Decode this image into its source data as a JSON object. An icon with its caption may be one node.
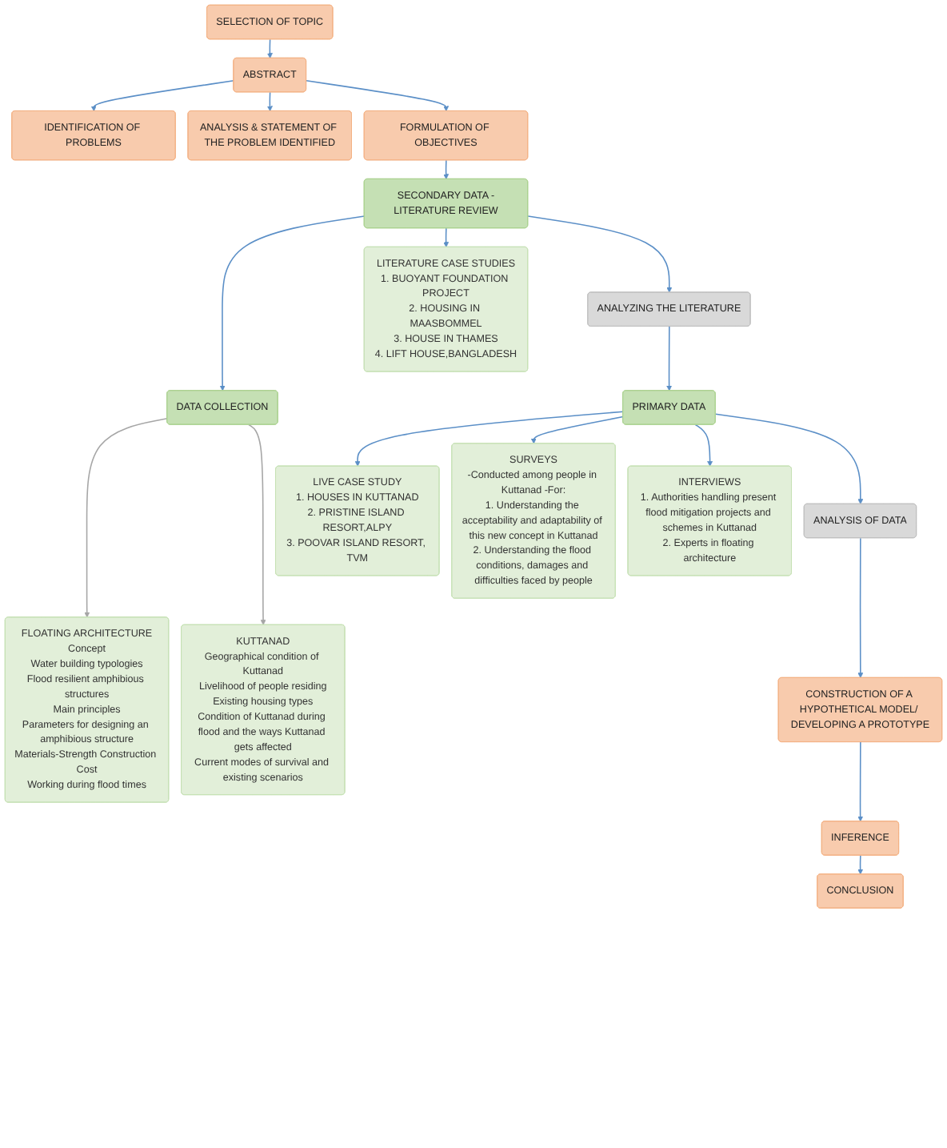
{
  "diagram": {
    "nodes": [
      {
        "text": [
          "SELECTION OF TOPIC"
        ]
      },
      {
        "text": [
          "ABSTRACT"
        ]
      },
      {
        "text": [
          "IDENTIFICATION OF PROBLEMS"
        ]
      },
      {
        "text": [
          "ANALYSIS & STATEMENT OF THE PROBLEM IDENTIFIED"
        ]
      },
      {
        "text": [
          "FORMULATION OF OBJECTIVES"
        ]
      },
      {
        "text": [
          "FLOATING ARCHITECTURE",
          "Concept",
          "Water building typologies",
          "Flood resilient amphibious structures",
          "Main principles",
          "Parameters for designing an amphibious structure",
          "Materials-Strength Construction Cost",
          "Working during flood times"
        ]
      },
      {
        "text": [
          "DATA COLLECTION"
        ]
      },
      {
        "text": [
          "SECONDARY DATA -LITERATURE REVIEW"
        ]
      },
      {
        "text": [
          "LITERATURE CASE STUDIES",
          "1. BUOYANT FOUNDATION PROJECT",
          "2. HOUSING IN MAASBOMMEL",
          "3. HOUSE IN THAMES",
          "4. LIFT HOUSE,BANGLADESH"
        ]
      },
      {
        "text": [
          "KUTTANAD",
          "Geographical condition of Kuttanad",
          "Livelihood of people residing",
          "Existing housing types",
          "Condition of Kuttanad during flood and the ways Kuttanad gets affected",
          "Current modes of survival and existing scenarios"
        ]
      },
      {
        "text": [
          "ANALYZING THE LITERATURE"
        ]
      },
      {
        "text": [
          "PRIMARY DATA"
        ]
      },
      {
        "text": [
          "LIVE CASE STUDY",
          "1. HOUSES IN KUTTANAD",
          "2. PRISTINE ISLAND RESORT,ALPY",
          "3. POOVAR ISLAND RESORT, TVM"
        ]
      },
      {
        "text": [
          "ANALYSIS OF DATA"
        ]
      },
      {
        "text": [
          "SURVEYS",
          "-Conducted among people in Kuttanad -For:",
          "1. Understanding the acceptability and adaptability of this new concept in Kuttanad",
          "2. Understanding the flood conditions, damages and difficulties faced by people"
        ]
      },
      {
        "text": [
          "CONSTRUCTION OF A HYPOTHETICAL MODEL/ DEVELOPING A PROTOTYPE"
        ]
      },
      {
        "text": [
          "INFERENCE"
        ]
      },
      {
        "text": [
          "CONCLUSION"
        ]
      },
      {
        "text": [
          "INTERVIEWS",
          "1. Authorities handling present flood mitigation projects and schemes in Kuttanad",
          "2. Experts in floating architecture"
        ]
      }
    ],
    "edges": [
      {
        "from": 0,
        "to": 1,
        "arrow": "to"
      },
      {
        "from": 1,
        "to": 2,
        "arrow": "to"
      },
      {
        "from": 1,
        "to": 3,
        "arrow": "to"
      },
      {
        "from": 1,
        "to": 4,
        "arrow": "to"
      },
      {
        "from": 4,
        "to": 7,
        "arrow": "to"
      },
      {
        "from": 7,
        "to": 6,
        "arrow": "to"
      },
      {
        "from": 6,
        "to": 5,
        "arrow": "to",
        "color": "#a6a6a6"
      },
      {
        "from": 6,
        "to": 9,
        "arrow": "to",
        "color": "#a6a6a6"
      },
      {
        "from": 7,
        "to": 8,
        "arrow": "to"
      },
      {
        "from": 7,
        "to": 10,
        "arrow": "to"
      },
      {
        "from": 10,
        "to": 11,
        "arrow": "to"
      },
      {
        "from": 11,
        "to": 12,
        "arrow": "to"
      },
      {
        "from": 11,
        "to": 14,
        "arrow": "to"
      },
      {
        "from": 11,
        "to": 18,
        "arrow": "to"
      },
      {
        "from": 11,
        "to": 13,
        "arrow": "to"
      },
      {
        "from": 13,
        "to": 15,
        "arrow": "to"
      },
      {
        "from": 15,
        "to": 16,
        "arrow": "to"
      },
      {
        "from": 16,
        "to": 17,
        "arrow": "to"
      }
    ]
  }
}
